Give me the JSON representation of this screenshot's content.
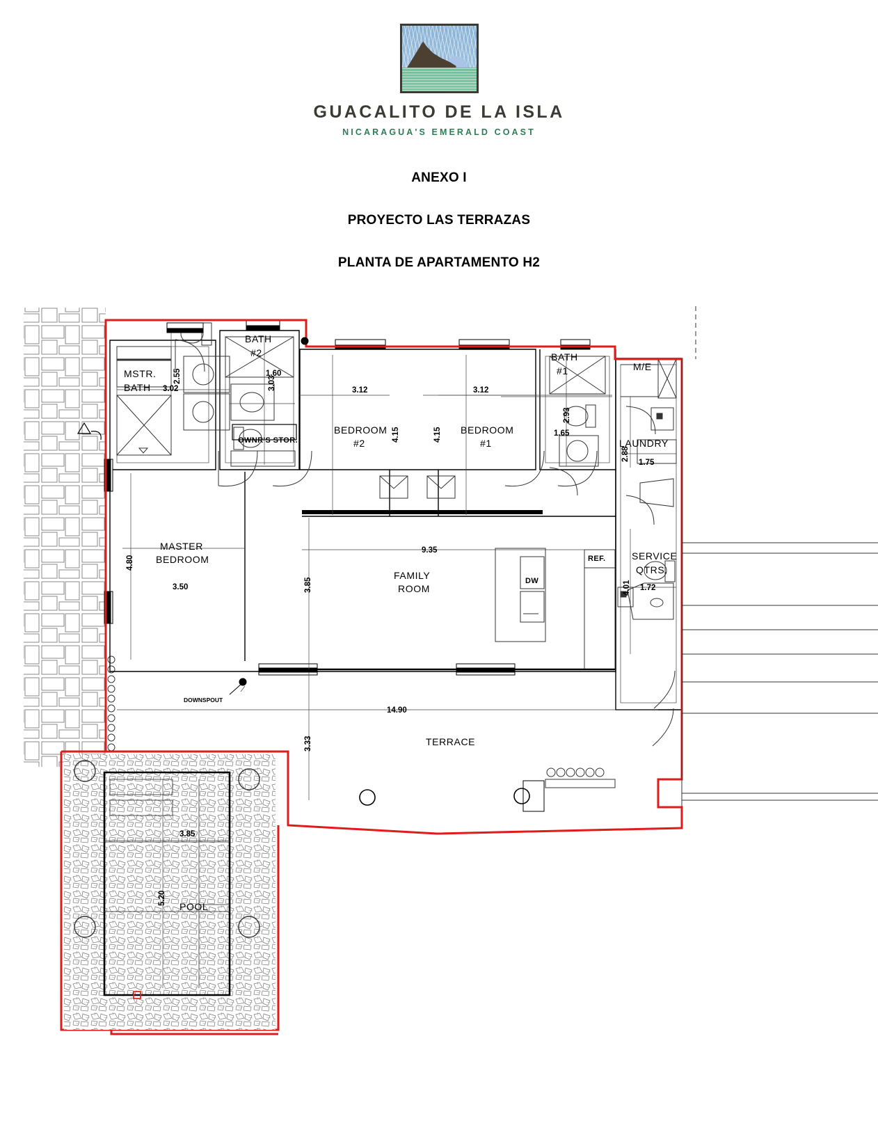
{
  "logo": {
    "name": "GUACALITO DE LA ISLA",
    "tagline": "NICARAGUA'S EMERALD COAST",
    "mark_alt": "island-sunrise-logo"
  },
  "titles": {
    "line1": "ANEXO I",
    "line2": "PROYECTO LAS TERRAZAS",
    "line3": "PLANTA DE APARTAMENTO H2"
  },
  "colors": {
    "outline_red": "#e01b1b",
    "wall_black": "#000000",
    "logo_dark": "#3c3b33",
    "logo_green": "#2f7d57"
  },
  "plan": {
    "rooms": [
      {
        "id": "mstr-bath",
        "label": "MSTR.\nBATH",
        "line1": "MSTR.",
        "line2": "BATH"
      },
      {
        "id": "bath-2",
        "label": "BATH\n#2",
        "line1": "BATH",
        "line2": "#2"
      },
      {
        "id": "bath-1",
        "label": "BATH\n#1",
        "line1": "BATH",
        "line2": "#1"
      },
      {
        "id": "bedroom-2",
        "label": "BEDROOM\n#2",
        "line1": "BEDROOM",
        "line2": "#2"
      },
      {
        "id": "bedroom-1",
        "label": "BEDROOM\n#1",
        "line1": "BEDROOM",
        "line2": "#1"
      },
      {
        "id": "master-bedroom",
        "label": "MASTER\nBEDROOM",
        "line1": "MASTER",
        "line2": "BEDROOM"
      },
      {
        "id": "family-room",
        "label": "FAMILY\nROOM",
        "line1": "FAMILY",
        "line2": "ROOM"
      },
      {
        "id": "service-qtrs",
        "label": "SERVICE\nQTRS.",
        "line1": "SERVICE",
        "line2": "QTRS."
      },
      {
        "id": "laundry",
        "label": "LAUNDRY",
        "line1": "LAUNDRY",
        "line2": ""
      },
      {
        "id": "terrace",
        "label": "TERRACE",
        "line1": "TERRACE",
        "line2": ""
      },
      {
        "id": "pool",
        "label": "POOL",
        "line1": "POOL",
        "line2": ""
      },
      {
        "id": "me",
        "label": "M/E",
        "line1": "M/E",
        "line2": ""
      },
      {
        "id": "owners-stor",
        "label": "OWNR'S STOR.",
        "line1": "OWNR'S STOR.",
        "line2": ""
      },
      {
        "id": "downspout",
        "label": "DOWNSPOUT",
        "line1": "DOWNSPOUT",
        "line2": ""
      },
      {
        "id": "ref",
        "label": "REF.",
        "line1": "REF.",
        "line2": ""
      },
      {
        "id": "dw",
        "label": "DW",
        "line1": "DW",
        "line2": ""
      }
    ],
    "dimensions": {
      "mstr_bath_w": "3.02",
      "mstr_bath_h": "2.55",
      "bath2_w": "1.60",
      "bath2_h": "3.03",
      "bath1_w": "1.65",
      "bath1_h": "2.93",
      "bedroom2_w": "3.12",
      "bedroom2_h": "4.15",
      "bedroom1_w": "3.12",
      "bedroom1_h": "4.15",
      "laundry_w": "1.75",
      "laundry_h": "2.88",
      "service_w": "1.72",
      "service_h": "4.01",
      "master_bedroom_w": "3.50",
      "master_bedroom_h": "4.80",
      "family_room_w": "9.35",
      "family_room_h": "3.85",
      "terrace_w": "14.90",
      "terrace_h": "3.33",
      "pool_w": "3.85",
      "pool_h": "5.20"
    }
  }
}
